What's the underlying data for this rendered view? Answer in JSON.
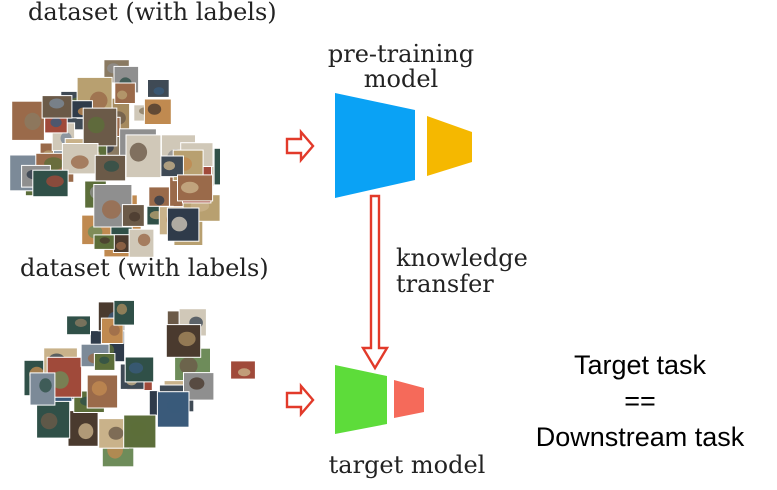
{
  "top_dataset_label": "dataset (with labels)",
  "bottom_dataset_label": "dataset (with labels)",
  "pretrain_label_line1": "pre-training",
  "pretrain_label_line2": "model",
  "transfer_label_line1": "knowledge",
  "transfer_label_line2": "transfer",
  "target_model_label": "target model",
  "task_line1": "Target task",
  "task_line2": "==",
  "task_line3": "Downstream task",
  "colors": {
    "pretrain_body": "#0aa2f5",
    "pretrain_head": "#f5b800",
    "target_body": "#5ddc3a",
    "target_head": "#f56a5a",
    "arrow": "#e23a2a",
    "thumb_palette": [
      "#6b5a48",
      "#8a7a62",
      "#3f4a55",
      "#a58a5e",
      "#5c6e3a",
      "#c9b28a",
      "#2f3b4a",
      "#9a6a4a",
      "#7c8a98",
      "#b8a070",
      "#4a3a2e",
      "#d0c8b8",
      "#6e8c5a",
      "#3a5a7a",
      "#a04a3a",
      "#8f8f8f",
      "#c08a50",
      "#305048"
    ]
  }
}
